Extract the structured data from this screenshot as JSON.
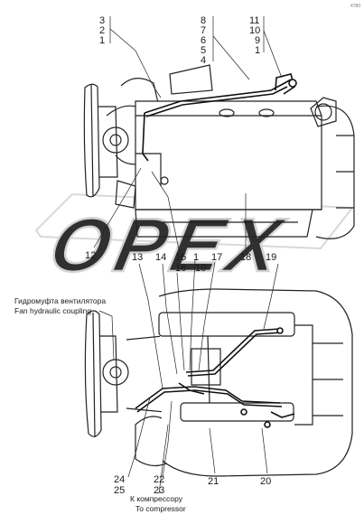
{
  "corner_mark": "4780",
  "watermark": "OPEX",
  "labels": {
    "n1": "1",
    "n2": "2",
    "n3": "3",
    "n4": "4",
    "n5": "5",
    "n6": "6",
    "n7": "7",
    "n8": "8",
    "n9": "9",
    "n10a": "10",
    "n11": "11",
    "n1b": "1",
    "n12": "12",
    "n13": "13",
    "n14": "14",
    "n15": "15",
    "n16": "16",
    "n1c": "1",
    "n10b": "10",
    "n17": "17",
    "n18": "18",
    "n19": "19",
    "n20": "20",
    "n21": "21",
    "n22": "22",
    "n23": "23",
    "n24": "24",
    "n25": "25"
  },
  "captions": {
    "fan_ru": "Гидромуфта вентилятора",
    "fan_en": "Fan hydraulic coupling",
    "comp_ru": "К компрессору",
    "comp_en": "To compressor"
  }
}
